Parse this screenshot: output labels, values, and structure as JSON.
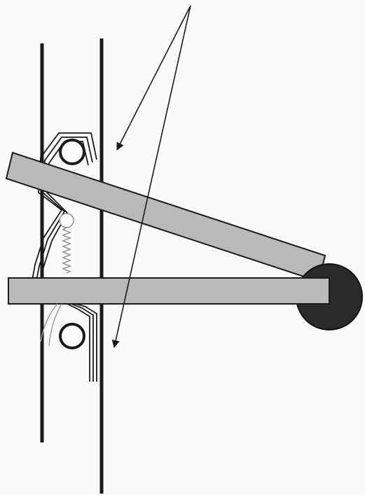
{
  "diagram": {
    "kind": "mechanical-schematic",
    "colors": {
      "background": "#fafafa",
      "line": "#1a1a1a",
      "arm_fill": "#b9b9b9",
      "arm_stroke": "#1a1a1a",
      "pivot_fill": "#2a2a2a",
      "spring": "#8a8a8a",
      "wire": "#9a9a9a"
    },
    "components": [
      "left-rail",
      "right-rail",
      "upper-roller",
      "lower-roller",
      "upper-angled-arm",
      "lower-horizontal-arm",
      "pivot-hub",
      "coil-spring",
      "upper-linkage",
      "lower-linkage",
      "pointer-arrow-upper",
      "pointer-arrow-lower"
    ]
  }
}
